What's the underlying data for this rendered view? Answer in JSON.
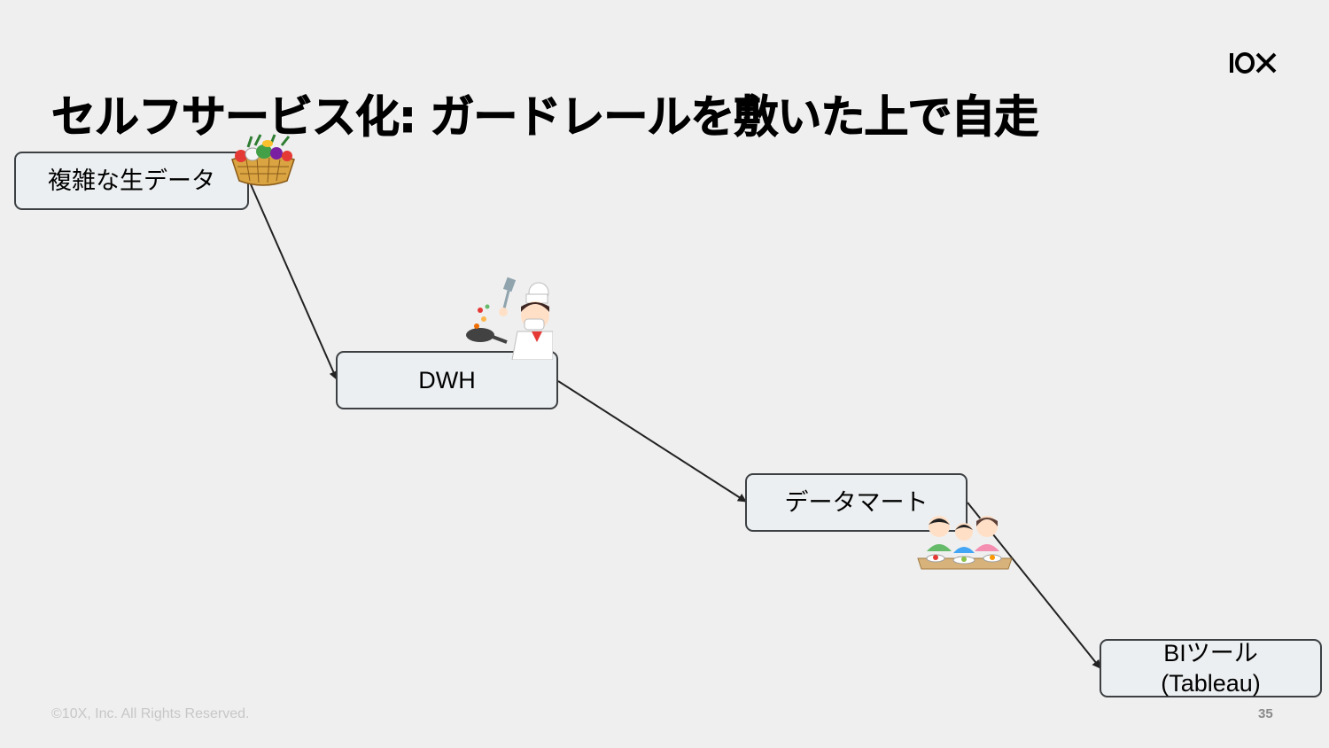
{
  "slide": {
    "title": "セルフサービス化: ガードレールを敷いた上で自走",
    "logo_text": "10X",
    "footer": "©10X, Inc. All Rights Reserved.",
    "page_number": "35"
  },
  "diagram": {
    "nodes": [
      {
        "id": "raw",
        "label": "複雑な生データ"
      },
      {
        "id": "dwh",
        "label": "DWH"
      },
      {
        "id": "mart",
        "label": "データマート"
      },
      {
        "id": "bi",
        "label_line1": "BIツール",
        "label_line2": "(Tableau)"
      }
    ],
    "edges": [
      {
        "from": "raw",
        "to": "dwh"
      },
      {
        "from": "dwh",
        "to": "mart"
      },
      {
        "from": "mart",
        "to": "bi"
      }
    ],
    "illustrations": [
      "vegetable-basket-icon",
      "chef-cooking-icon",
      "family-eating-icon"
    ]
  }
}
